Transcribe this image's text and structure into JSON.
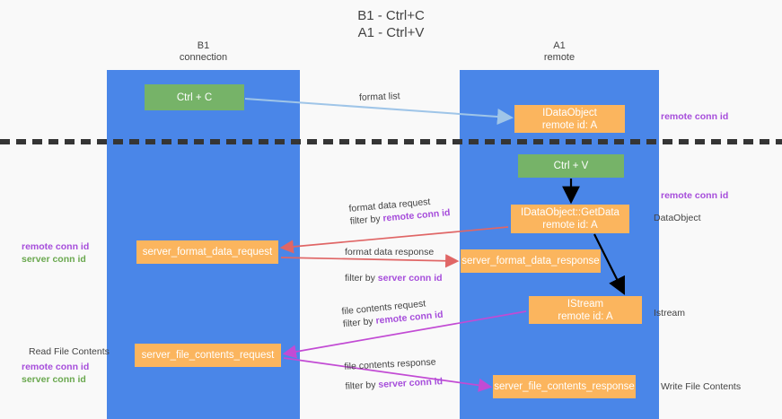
{
  "diagram": {
    "title": "B1 - Ctrl+C\nA1 - Ctrl+V",
    "columns": [
      {
        "id": "b1",
        "header": "B1\nconnection",
        "color": "#4a86e8"
      },
      {
        "id": "a1",
        "header": "A1\nremote",
        "color": "#4a86e8"
      }
    ],
    "colors": {
      "column_blue": "#4a86e8",
      "node_green": "#76b368",
      "node_orange": "#fbb55e",
      "accent_purple": "#a64ddb",
      "accent_green": "#6aa84f",
      "arrow_red": "#e06666",
      "arrow_magenta": "#c24bd4",
      "arrow_lightblue": "#9fc5e8",
      "arrow_black": "#000000",
      "divider": "#353535",
      "background": "#f9f9f9",
      "text_dark": "#434343"
    },
    "nodes": [
      {
        "id": "ctrl-c",
        "label": "Ctrl + C",
        "kind": "green",
        "column": "b1"
      },
      {
        "id": "idataobject",
        "label": "IDataObject\nremote id: A",
        "kind": "orange",
        "column": "a1"
      },
      {
        "id": "ctrl-v",
        "label": "Ctrl + V",
        "kind": "green",
        "column": "a1"
      },
      {
        "id": "getdata",
        "label": "IDataObject::GetData\nremote id: A",
        "kind": "orange",
        "column": "a1"
      },
      {
        "id": "server-format-data-request",
        "label": "server_format_data_request",
        "kind": "orange",
        "column": "b1"
      },
      {
        "id": "server-format-data-response",
        "label": "server_format_data_response",
        "kind": "orange",
        "column": "a1"
      },
      {
        "id": "istream",
        "label": "IStream\nremote id: A",
        "kind": "orange",
        "column": "a1"
      },
      {
        "id": "server-file-contents-request",
        "label": "server_file_contents_request",
        "kind": "orange",
        "column": "b1"
      },
      {
        "id": "server-file-contents-response",
        "label": "server_file_contents_response",
        "kind": "orange",
        "column": "a1"
      }
    ],
    "edge_labels": {
      "format_list": "format list",
      "format_data_request": "format data request",
      "format_data_filter_prefix": "filter by ",
      "format_data_filter_key": "remote conn id",
      "format_data_response": "format data response",
      "format_data_response_filter_prefix": "filter by ",
      "format_data_response_filter_key": "server conn id",
      "file_contents_request": "file contents request",
      "file_contents_request_filter_prefix": "filter by ",
      "file_contents_request_filter_key": "remote conn id",
      "file_contents_response": "file contents response",
      "file_contents_response_filter_prefix": "filter by ",
      "file_contents_response_filter_key": "server conn id"
    },
    "annotations_right": [
      {
        "id": "right-remote-conn-id-1",
        "text": "remote conn id",
        "style": "purple"
      },
      {
        "id": "right-remote-conn-id-2",
        "text": "remote conn id",
        "style": "purple"
      },
      {
        "id": "right-dataobject",
        "text": "DataObject",
        "style": "dark"
      },
      {
        "id": "right-istream",
        "text": "Istream",
        "style": "dark"
      },
      {
        "id": "right-write-file-contents",
        "text": "Write File Contents",
        "style": "dark"
      }
    ],
    "annotations_left": [
      {
        "id": "left-remote-conn-id-1",
        "text": "remote conn id",
        "style": "purple"
      },
      {
        "id": "left-server-conn-id-1",
        "text": "server conn id",
        "style": "green"
      },
      {
        "id": "left-read-file-contents",
        "text": "Read File Contents",
        "style": "dark"
      },
      {
        "id": "left-remote-conn-id-2",
        "text": "remote conn id",
        "style": "purple"
      },
      {
        "id": "left-server-conn-id-2",
        "text": "server conn id",
        "style": "green"
      }
    ]
  }
}
